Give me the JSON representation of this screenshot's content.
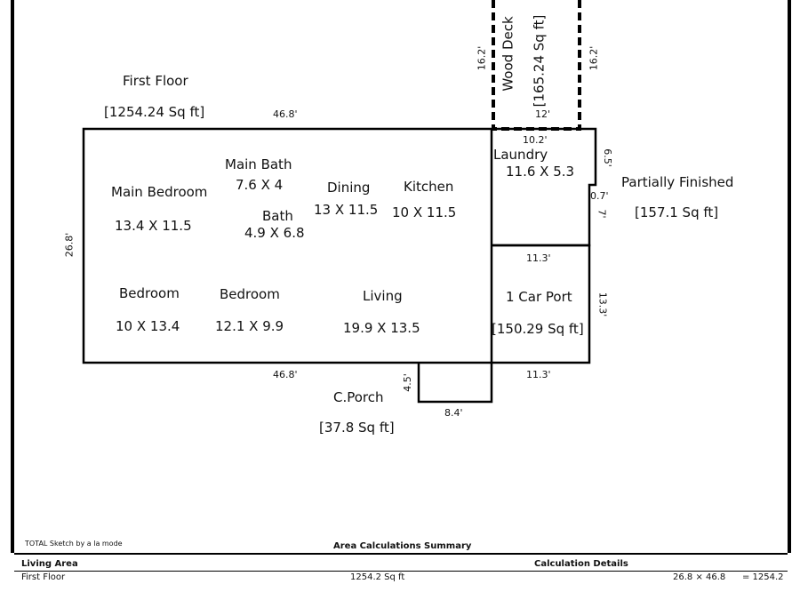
{
  "floor": {
    "title": "First Floor",
    "area": "[1254.24 Sq ft]"
  },
  "rooms": {
    "main_bedroom": {
      "name": "Main Bedroom",
      "size": "13.4 X 11.5"
    },
    "main_bath": {
      "name": "Main Bath",
      "size": "7.6 X 4"
    },
    "bath": {
      "name": "Bath",
      "size": "4.9 X 6.8"
    },
    "dining": {
      "name": "Dining",
      "size": "13 X 11.5"
    },
    "kitchen": {
      "name": "Kitchen",
      "size": "10 X 11.5"
    },
    "laundry": {
      "name": "Laundry",
      "size": "11.6 X 5.3"
    },
    "bedroom1": {
      "name": "Bedroom",
      "size": "10 X 13.4"
    },
    "bedroom2": {
      "name": "Bedroom",
      "size": "12.1 X 9.9"
    },
    "living": {
      "name": "Living",
      "size": "19.9 X 13.5"
    }
  },
  "deck": {
    "name": "Wood Deck",
    "area": "[165.24 Sq ft]"
  },
  "partial": {
    "name": "Partially Finished",
    "area": "[157.1 Sq ft]"
  },
  "carport": {
    "name": "1 Car Port",
    "area": "[150.29 Sq ft]"
  },
  "porch": {
    "name": "C.Porch",
    "area": "[37.8 Sq ft]"
  },
  "dims": {
    "top_main": "46.8'",
    "bottom_main": "46.8'",
    "left_main": "26.8'",
    "deck_left": "16.2'",
    "deck_right": "16.2'",
    "deck_bottom": "12'",
    "laundry_top": "10.2'",
    "laundry_side1": "6.5'",
    "laundry_side2": "0.7'",
    "laundry_side3": "7'",
    "carport_top": "11.3'",
    "carport_bottom": "11.3'",
    "carport_right": "13.3'",
    "porch_left": "4.5'",
    "porch_bottom": "8.4'"
  },
  "summary": {
    "credit": "TOTAL Sketch by a la mode",
    "title": "Area Calculations Summary",
    "living_area_header": "Living Area",
    "calc_header": "Calculation Details",
    "row1_label": "First Floor",
    "row1_area": "1254.2 Sq ft",
    "row1_calc": "26.8 × 46.8",
    "row1_result": "= 1254.2"
  }
}
